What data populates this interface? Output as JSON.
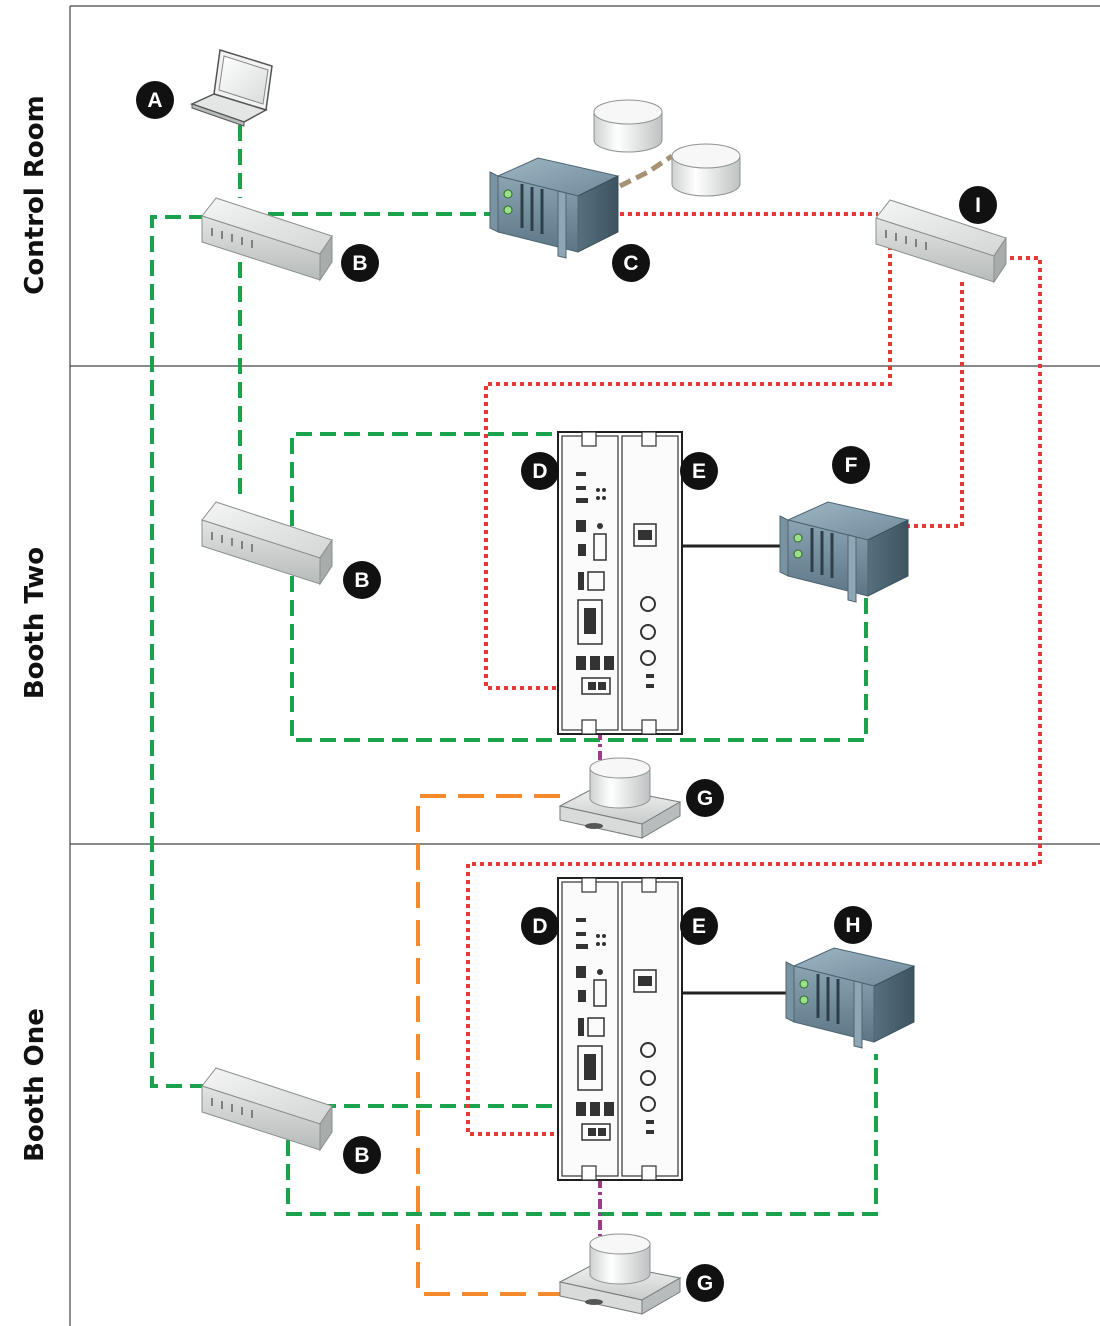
{
  "zones": {
    "control_room": "Control Room",
    "booth_two": "Booth Two",
    "booth_one": "Booth One"
  },
  "badges": {
    "A": "A",
    "B1": "B",
    "B2": "B",
    "B3": "B",
    "C": "C",
    "D1": "D",
    "D2": "D",
    "E1": "E",
    "E2": "E",
    "F": "F",
    "G1": "G",
    "G2": "G",
    "H": "H",
    "I": "I"
  },
  "icons": {
    "laptop": "laptop-icon",
    "network_switch": "network-switch-icon",
    "server": "rack-server-icon",
    "database": "database-disk-icon",
    "chassis": "rack-chassis-icon",
    "drive": "external-drive-icon"
  },
  "colors": {
    "green_link": "#1aa34a",
    "red_link": "#e53935",
    "orange_link": "#f58a2c",
    "purple_link": "#9c3b8c",
    "tan_link": "#a89275",
    "black_link": "#222222",
    "badge": "#111111"
  }
}
